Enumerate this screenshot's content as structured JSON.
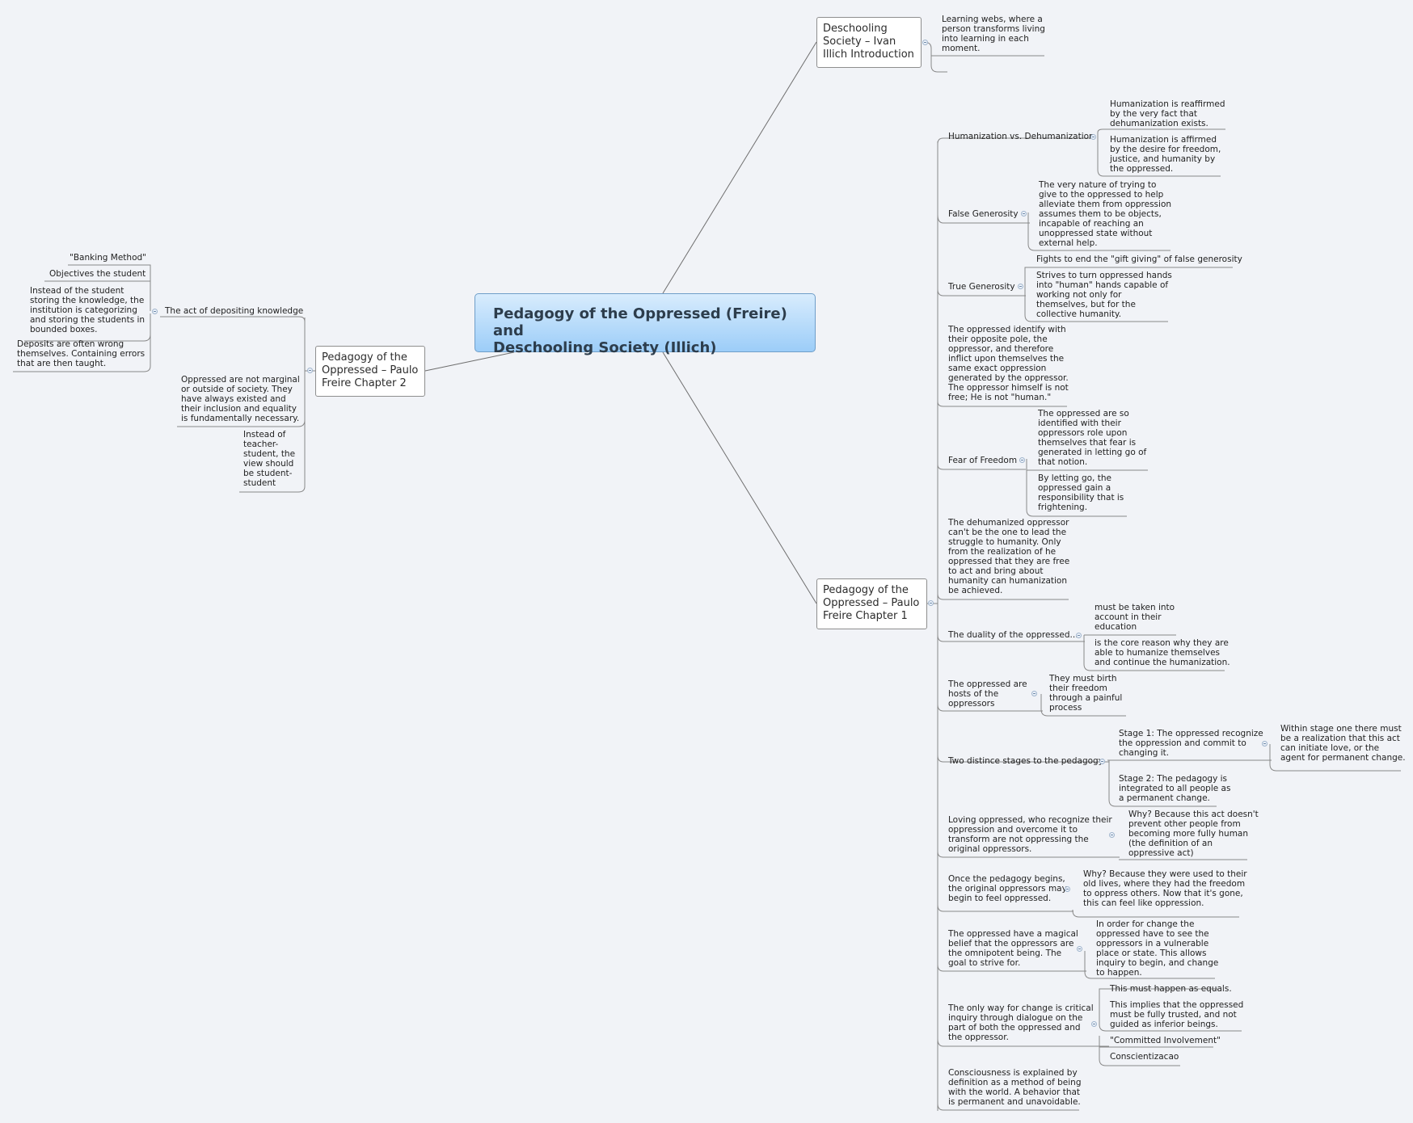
{
  "central": {
    "title_line1": "Pedagogy of the Oppressed (Freire) and",
    "title_line2": "Deschooling Society (Illich)"
  },
  "deschool": {
    "title": [
      "Deschooling",
      "Society – Ivan",
      "Illich Introduction"
    ],
    "learning_webs": [
      "Learning webs, where a",
      "person transforms living",
      "into learning in each",
      "moment."
    ]
  },
  "ch2": {
    "title": [
      "Pedagogy of the",
      "Oppressed – Paulo",
      "Freire Chapter 2"
    ],
    "depositing": "The act of depositing knowledge",
    "banking": "\"Banking Method\"",
    "objectives": "Objectives the student",
    "instead_student": [
      "Instead of the student",
      "storing the knowledge, the",
      "institution is categorizing",
      "and storing the students in",
      "bounded boxes."
    ],
    "deposits": [
      "Deposits are often wrong",
      "themselves. Containing errors",
      "that are then taught."
    ],
    "not_marginal": [
      "Oppressed are not marginal",
      "or outside of society. They",
      "have always existed and",
      "their inclusion and equality",
      "is fundamentally necessary."
    ],
    "instead_teacher": [
      "Instead of",
      "teacher-",
      "student, the",
      "view should",
      "be student-",
      "student"
    ]
  },
  "ch1": {
    "title": [
      "Pedagogy of the",
      "Oppressed – Paulo",
      "Freire Chapter 1"
    ],
    "human_dehuman": "Humanization vs. Dehumanization",
    "hum_reaffirmed": [
      "Humanization is reaffirmed",
      "by the very fact that",
      "dehumanization exists."
    ],
    "hum_affirmed": [
      "Humanization is affirmed",
      "by the desire for freedom,",
      "justice, and humanity by",
      "the oppressed."
    ],
    "false_gen": "False Generosity",
    "false_gen_text": [
      " The very nature of trying to",
      "give to the oppressed to help",
      "alleviate them from oppression",
      "assumes them to be objects,",
      "incapable of reaching an",
      "unoppressed state without",
      "external help."
    ],
    "true_gen": "True Generosity",
    "true_gen_fights": "Fights to end the \"gift giving\" of false generosity",
    "true_gen_strives": [
      "Strives to turn oppressed hands",
      "into \"human\" hands capable of",
      "working not only for",
      "themselves, but for the",
      "collective humanity."
    ],
    "identify": [
      "The oppressed identify with",
      "their opposite pole, the",
      "oppressor, and therefore",
      "inflict upon themselves the",
      "same exact oppression",
      "generated by the oppressor.",
      "The oppressor himself is not",
      "free; He is not \"human.\""
    ],
    "fear": "Fear of Freedom",
    "fear_identified": [
      "The oppressed are so",
      "identified with their",
      "oppressors role upon",
      "themselves that fear is",
      "generated in letting go of",
      "that notion."
    ],
    "fear_letting": [
      "By letting go, the",
      "oppressed gain a",
      "responsibility that is",
      "frightening."
    ],
    "dehumanized": [
      "The dehumanized oppressor",
      "can't be the one to lead the",
      "struggle to humanity. Only",
      "from the realization of he",
      "oppressed that they are free",
      "to act and bring about",
      "humanity can humanization",
      "be achieved."
    ],
    "duality": "The duality of the oppressed...",
    "duality_must": [
      "must be taken into",
      "account in their",
      "education"
    ],
    "duality_core": [
      "is the core reason why they are",
      "able to humanize themselves",
      "and continue the humanization."
    ],
    "hosts": [
      "The oppressed are",
      "hosts of the",
      "oppressors"
    ],
    "hosts_birth": [
      "They must birth",
      "their freedom",
      "through a painful",
      "process"
    ],
    "stages": "Two distince stages to the pedagogy",
    "stage1": [
      "Stage 1: The oppressed recognize",
      "the oppression and commit to",
      "changing it."
    ],
    "stage1_within": [
      "Within stage one there must",
      "be a realization that this act",
      "can initiate love, or the",
      "agent for permanent change."
    ],
    "stage2": [
      "Stage 2: The pedagogy is",
      "integrated to all people as",
      "a permanent change."
    ],
    "loving": [
      "Loving oppressed, who recognize their",
      "oppression and overcome it to",
      "transform are not oppressing the",
      "original oppressors."
    ],
    "loving_why": [
      "Why? Because this act doesn't",
      "prevent other people from",
      "becoming more fully human",
      "(the definition of an",
      "oppressive act)"
    ],
    "once": [
      "Once the pedagogy begins,",
      "the original oppressors may",
      "begin to feel oppressed."
    ],
    "once_why": [
      "Why? Because they were used to their",
      "old lives, where they had the freedom",
      "to oppress others. Now that it's gone,",
      "this can feel like oppression."
    ],
    "magical": [
      "The oppressed have a magical",
      "belief that the oppressors are",
      "the omnipotent being. The",
      "goal to strive for."
    ],
    "magical_order": [
      "In order for change the",
      "oppressed have to see the",
      "oppressors in a vulnerable",
      "place or state. This allows",
      "inquiry to begin, and change",
      "to happen."
    ],
    "only_way": [
      "The only way for change is critical",
      "inquiry through dialogue on the",
      "part of both the oppressed and",
      "the oppressor."
    ],
    "equals": "This must happen as equals.",
    "implies": [
      "This implies that the oppressed",
      "must be fully trusted, and not",
      "guided as inferior beings."
    ],
    "committed": "\"Committed Involvement\"",
    "conscientizacao": "Conscientizacao",
    "consciousness": [
      "Consciousness is explained by",
      "definition as a method of being",
      "with the world. A behavior that",
      "is permanent and unavoidable."
    ]
  }
}
